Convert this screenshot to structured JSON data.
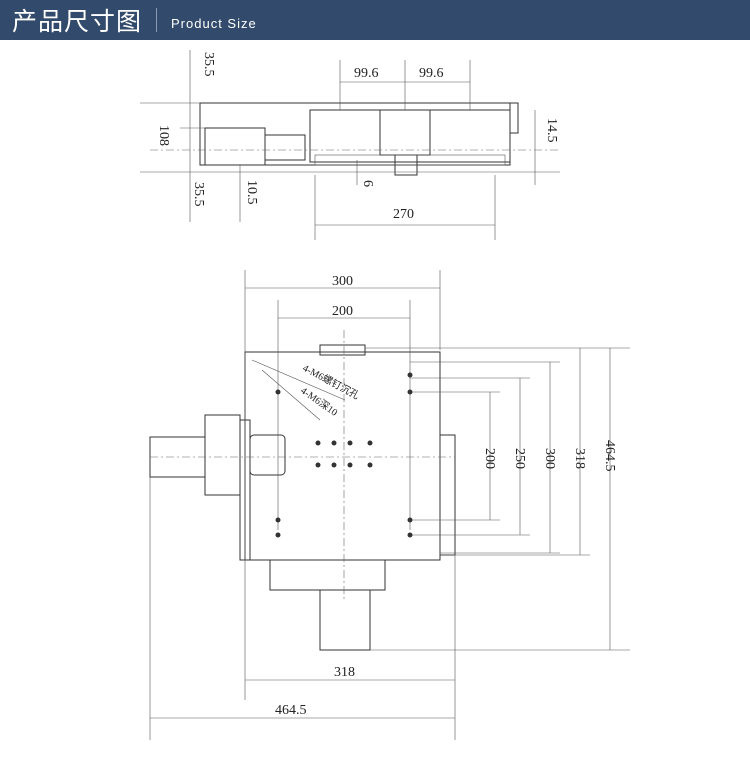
{
  "header": {
    "title_cn": "产品尺寸图",
    "title_en": "Product Size"
  },
  "side_view": {
    "dims": {
      "top_offset": "35.5",
      "height": "108",
      "bottom_offset": "35.5",
      "base_step": "10.5",
      "slot": "6",
      "left_half": "99.6",
      "right_half": "99.6",
      "right_height": "14.5",
      "length": "270"
    }
  },
  "top_view": {
    "dims": {
      "width_outer": "300",
      "width_inner": "200",
      "v200": "200",
      "v250": "250",
      "v300": "300",
      "v318": "318",
      "v464": "464.5",
      "h318": "318",
      "h464": "464.5"
    },
    "notes": {
      "counterbore": "4-M6螺钉沉孔",
      "tapped": "4-M6深10"
    }
  }
}
